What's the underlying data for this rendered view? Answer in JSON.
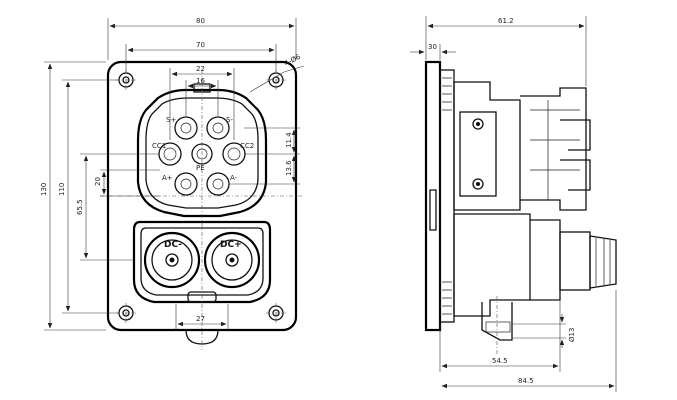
{
  "front_view": {
    "dims": {
      "overall_width": "80",
      "hole_spacing_x": "70",
      "upper_width": "22",
      "pin_spacing_x": "16",
      "mount_holes": "4-Ø6",
      "overall_height": "130",
      "hole_spacing_y": "110",
      "dc_height": "65.5",
      "pin_offset": "20",
      "pin_y_1": "11.4",
      "pin_y_2": "13.6",
      "bottom_tab": "27"
    },
    "pins": {
      "s_plus": "S+",
      "s_minus": "S-",
      "cc1": "CC1",
      "cc2": "CC2",
      "pe": "PE",
      "a_plus": "A+",
      "a_minus": "A-",
      "dc_plus": "DC+",
      "dc_minus": "DC-"
    }
  },
  "side_view": {
    "dims": {
      "depth_upper": "61.2",
      "flange": "30",
      "depth_lower": "54.5",
      "overall_depth": "84.5",
      "cable_dia": "Ø13"
    }
  }
}
